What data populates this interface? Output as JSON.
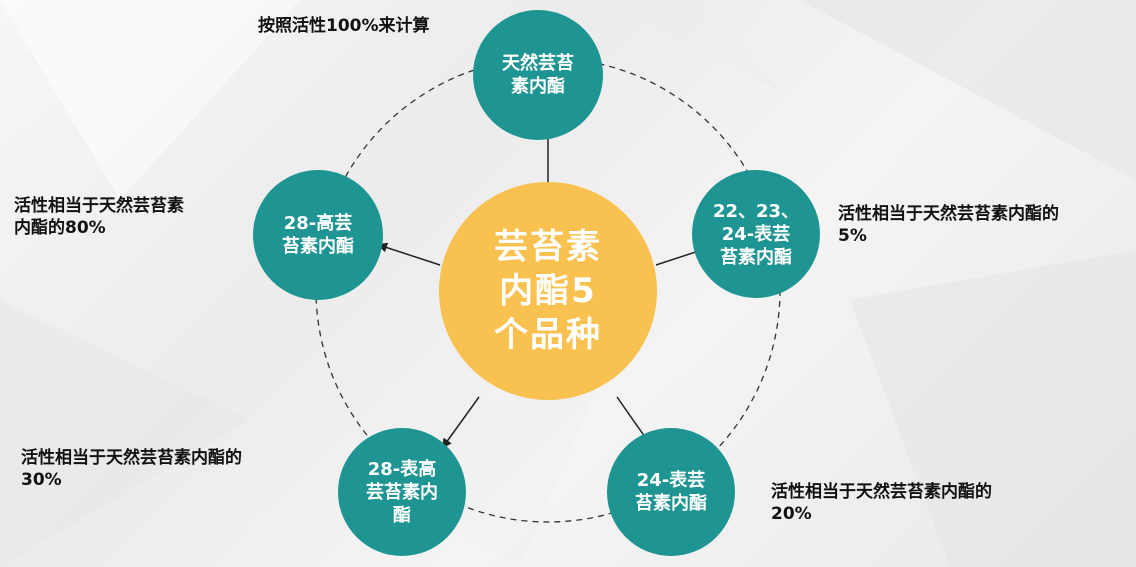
{
  "diagram": {
    "center": {
      "label": "芸苔素\n内酯5\n个品种",
      "color": "#f8c150"
    },
    "node_color": "#1e9592",
    "nodes": [
      {
        "id": "natural",
        "label": "天然芸苔\n素内酯",
        "note": "按照活性100%来计算"
      },
      {
        "id": "22-23-24",
        "label": "22、23、\n24-表芸\n苔素内酯",
        "note": "活性相当于天然芸苔素内酯的\n5%"
      },
      {
        "id": "24-epi",
        "label": "24-表芸\n苔素内酯",
        "note": "活性相当于天然芸苔素内酯的\n20%"
      },
      {
        "id": "28-epihomo",
        "label": "28-表高\n芸苔素内\n酯",
        "note": "活性相当于天然芸苔素内酯的\n30%"
      },
      {
        "id": "28-homo",
        "label": "28-高芸\n苔素内酯",
        "note": "活性相当于天然芸苔素\n内酯的80%"
      }
    ]
  }
}
